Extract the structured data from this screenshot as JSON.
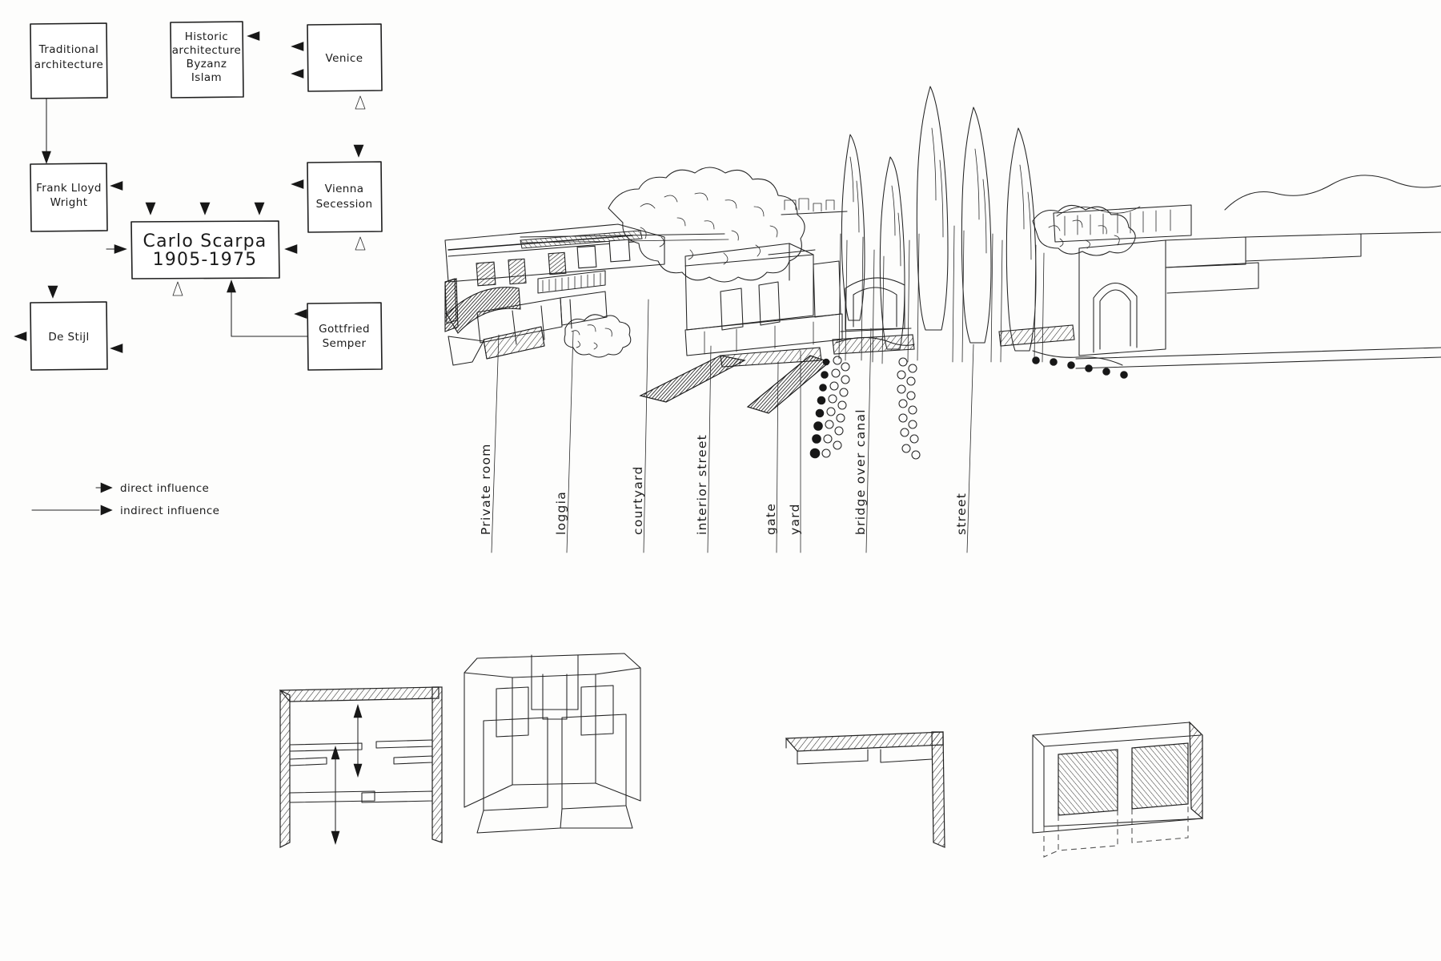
{
  "page": {
    "title": "Carlo Scarpa influence diagram and analytical sketches",
    "background_color": "#fdfdfc",
    "ink_color": "#1c1c1c"
  },
  "influence_diagram": {
    "name": "influence-diagram",
    "center_node": {
      "label_line1": "Carlo Scarpa",
      "label_line2": "1905-1975"
    },
    "nodes": [
      {
        "id": "traditional-architecture",
        "label": "Traditional\narchitecture",
        "lines": [
          "Traditional",
          "architecture"
        ]
      },
      {
        "id": "historic-architecture",
        "label": "Historic architecture Byzanz Islam",
        "lines": [
          "Historic",
          "architecture",
          "Byzanz",
          "Islam"
        ]
      },
      {
        "id": "venice",
        "label": "Venice",
        "lines": [
          "Venice"
        ]
      },
      {
        "id": "frank-lloyd-wright",
        "label": "Frank Lloyd Wright",
        "lines": [
          "Frank Lloyd",
          "Wright"
        ]
      },
      {
        "id": "vienna-secession",
        "label": "Vienna Secession",
        "lines": [
          "Vienna",
          "Secession"
        ]
      },
      {
        "id": "de-stijl",
        "label": "De Stijl",
        "lines": [
          "De Stijl"
        ]
      },
      {
        "id": "gottfried-semper",
        "label": "Gottfried Semper",
        "lines": [
          "Gottfried",
          "Semper"
        ]
      }
    ],
    "legend": {
      "name": "legend",
      "items": [
        {
          "id": "direct-influence",
          "label": "direct influence",
          "marker": "arrowhead-icon"
        },
        {
          "id": "indirect-influence",
          "label": "indirect influence",
          "marker": "line-arrowhead-icon"
        }
      ]
    }
  },
  "panorama_sketch": {
    "name": "panorama-sequence-sketch",
    "caption_labels": [
      {
        "id": "private-room",
        "text": "Private room"
      },
      {
        "id": "loggia",
        "text": "loggia"
      },
      {
        "id": "courtyard",
        "text": "courtyard"
      },
      {
        "id": "interior-street",
        "text": "interior street"
      },
      {
        "id": "gate",
        "text": "gate"
      },
      {
        "id": "yard",
        "text": "yard"
      },
      {
        "id": "bridge-over-canal",
        "text": "bridge over canal"
      },
      {
        "id": "street",
        "text": "street"
      }
    ]
  },
  "detail_sketches": {
    "name": "detail-sketch-row",
    "items": [
      {
        "id": "plan-with-movement-arrows",
        "name": "plan-sketch"
      },
      {
        "id": "perspective-interior",
        "name": "perspective-sketch"
      },
      {
        "id": "corner-wall-plan",
        "name": "corner-plan-sketch"
      },
      {
        "id": "window-wall-axonometric",
        "name": "window-wall-sketch"
      }
    ]
  }
}
